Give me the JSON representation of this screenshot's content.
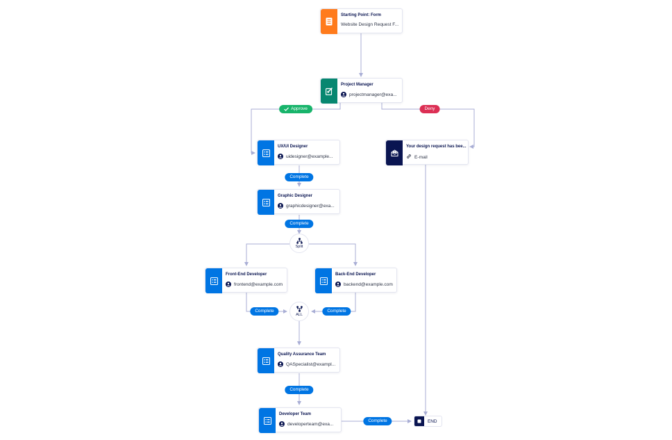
{
  "nodes": {
    "start": {
      "title": "Starting Point: Form",
      "subtitle": "Website Design Request F...",
      "icon": "form-icon",
      "color": "#ff7b1c"
    },
    "pm": {
      "title": "Project Manager",
      "subtitle": "projectmanager@exa...",
      "icon": "approval-icon",
      "color": "#078770"
    },
    "ux": {
      "title": "UX/UI Designer",
      "subtitle": "uidesigner@example...",
      "icon": "task-icon",
      "color": "#0075e3"
    },
    "graphic": {
      "title": "Graphic Designer",
      "subtitle": "graphicdesigner@exa...",
      "icon": "task-icon",
      "color": "#0075e3"
    },
    "frontend": {
      "title": "Front-End Developer",
      "subtitle": "frontend@example.com",
      "icon": "task-icon",
      "color": "#0075e3"
    },
    "backend": {
      "title": "Back-End Developer",
      "subtitle": "backend@example.com",
      "icon": "task-icon",
      "color": "#0075e3"
    },
    "qa": {
      "title": "Quality Assurance Team",
      "subtitle": "QASpecialist@exampl...",
      "icon": "task-icon",
      "color": "#0075e3"
    },
    "dev": {
      "title": "Developer Team",
      "subtitle": "developerteam@exa...",
      "icon": "task-icon",
      "color": "#0075e3"
    },
    "email": {
      "title": "Your design request has bee...",
      "subtitle": "E-mail",
      "icon": "email-icon",
      "color": "#0a1551"
    }
  },
  "labels": {
    "approve": "Approve",
    "deny": "Deny",
    "complete": "Complete"
  },
  "gates": {
    "split": "Split",
    "all": "ALL"
  },
  "end": {
    "label": "END"
  },
  "colors": {
    "connector": "#a9aed5",
    "complete": "#0075e3",
    "approve": "#18b46b",
    "deny": "#dc2f54",
    "navy": "#0a1551"
  }
}
